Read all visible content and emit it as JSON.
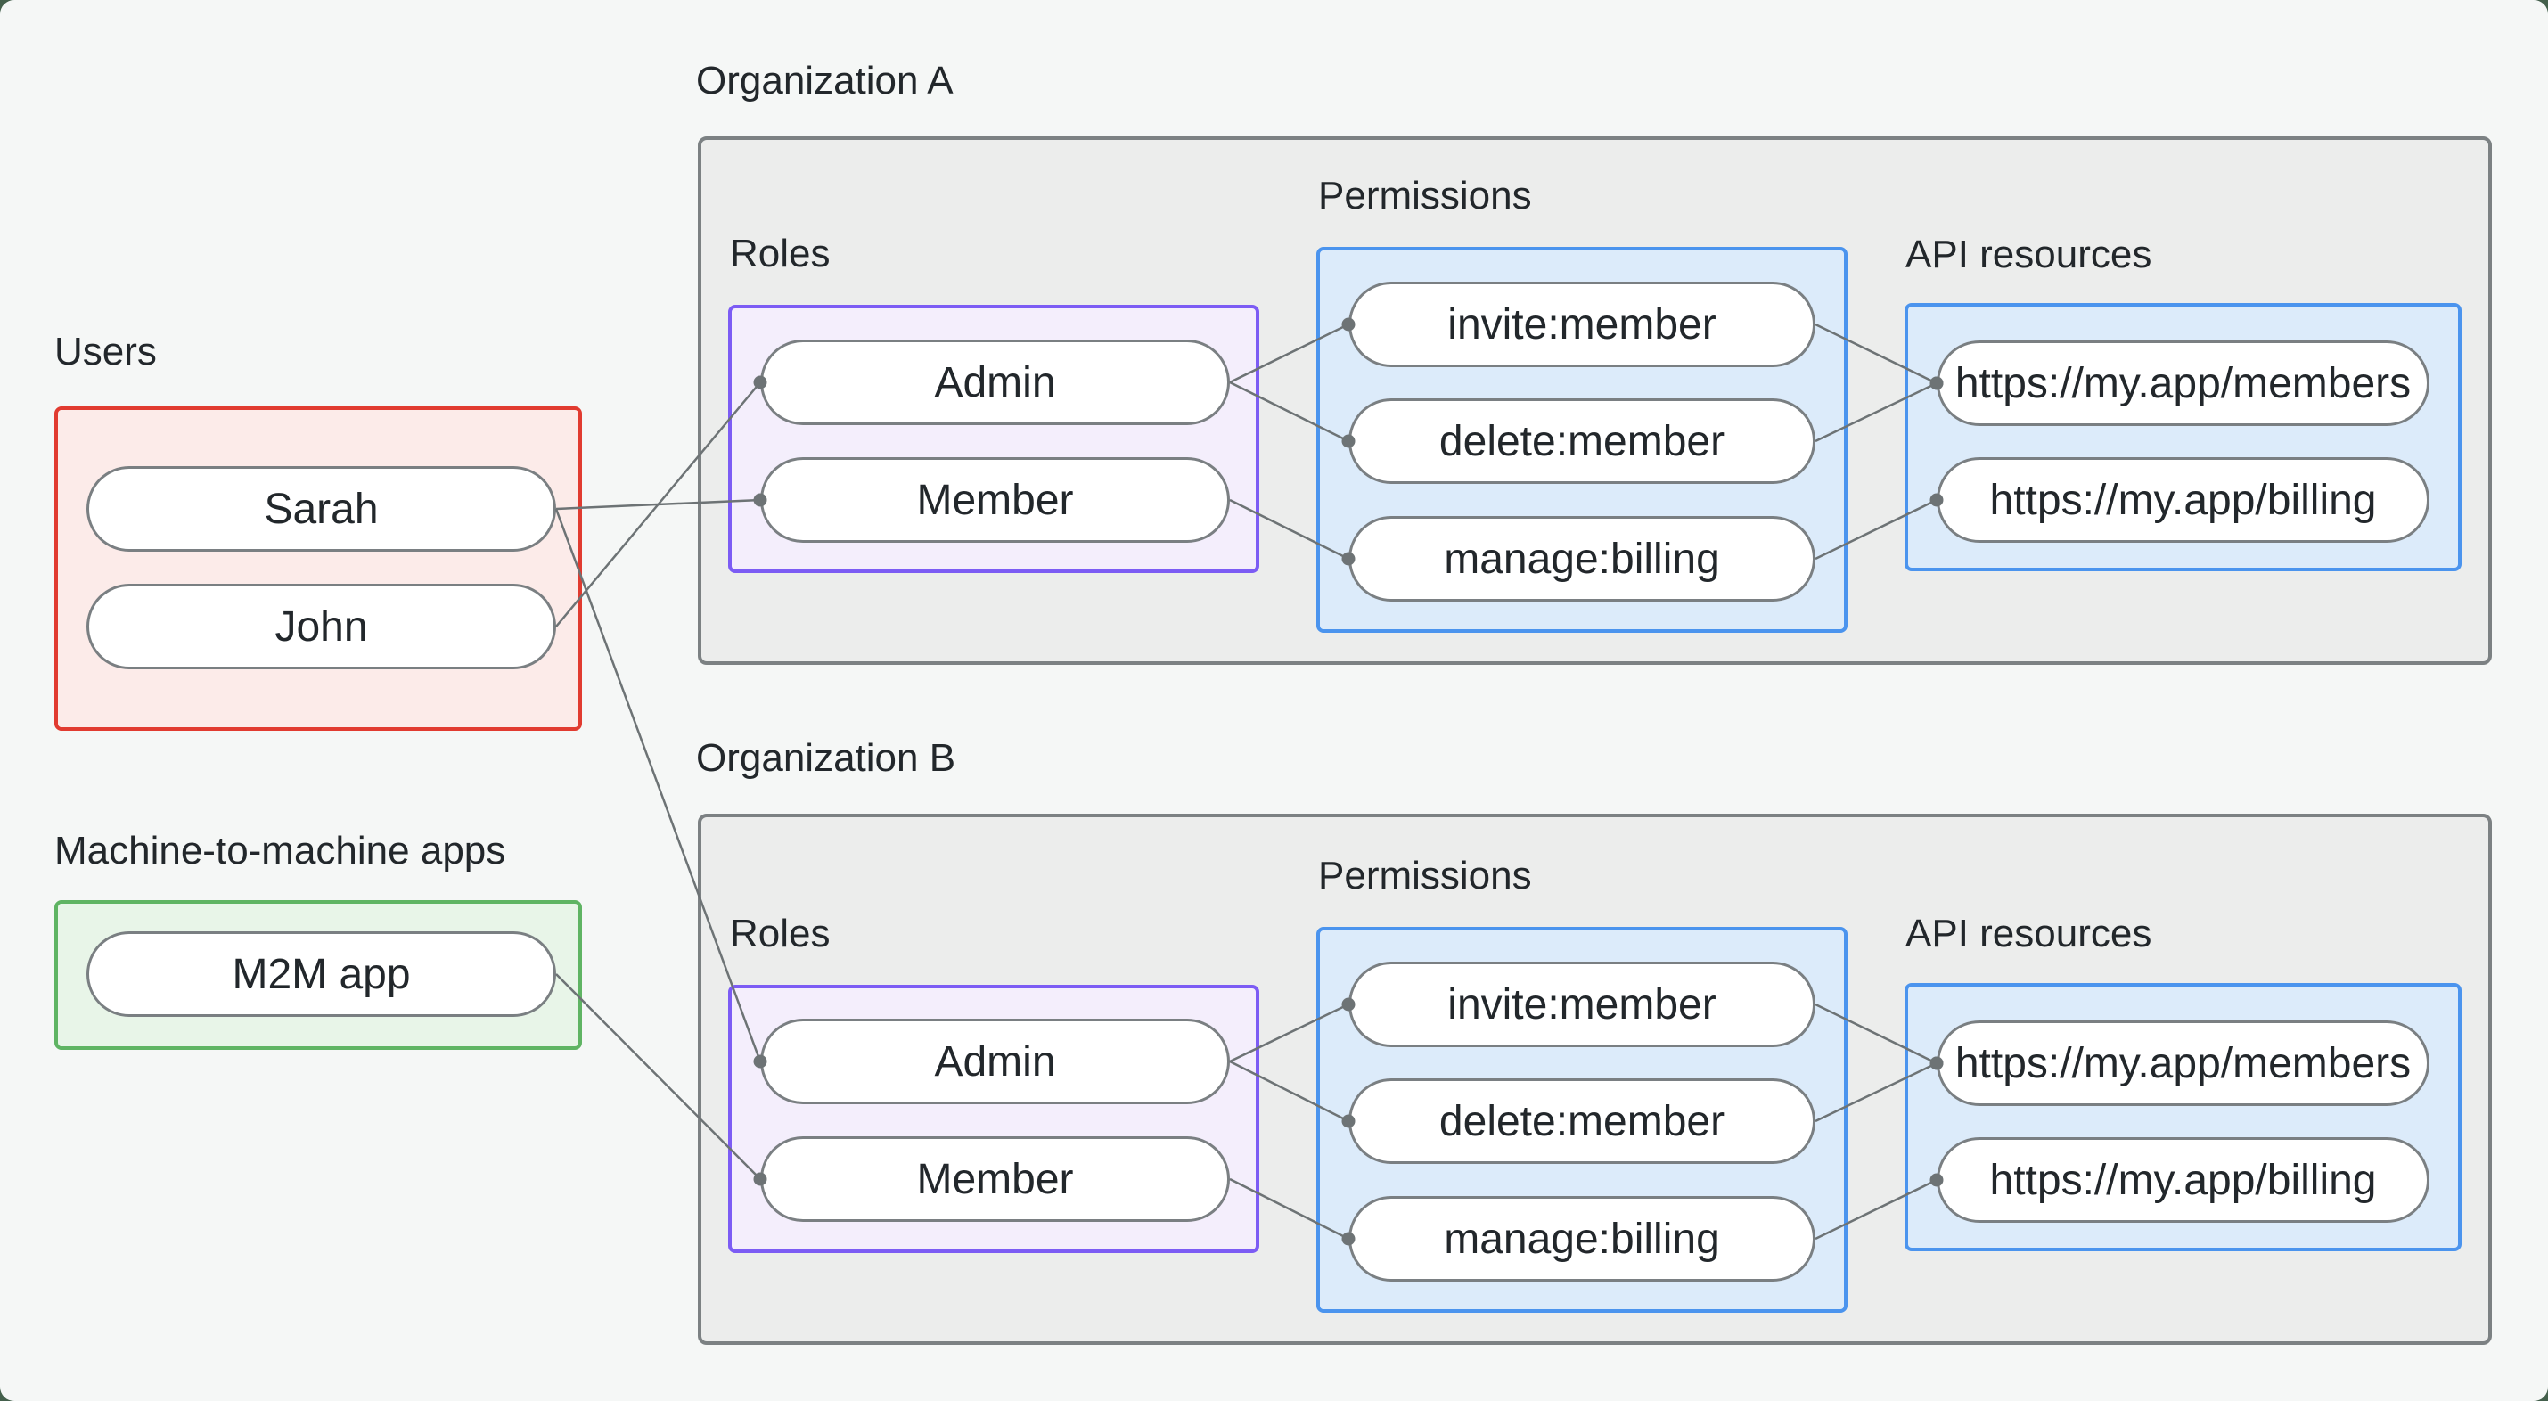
{
  "colors": {
    "outer_bg": "#44604c",
    "canvas_bg": "#f5f7f6",
    "text": "#22272b",
    "org_fill": "#ecedec",
    "org_border": "#7c8183",
    "roles_fill": "#f4eefc",
    "roles_border": "#7c5cf4",
    "perm_fill": "#dcebfa",
    "perm_border": "#4b94ee",
    "users_fill": "#fcebe9",
    "users_border": "#e13b30",
    "m2m_fill": "#e8f5e8",
    "m2m_border": "#5fb463",
    "pill_fill": "#ffffff",
    "pill_border": "#7a7f82",
    "line": "#6d7375"
  },
  "users": {
    "title": "Users",
    "items": [
      {
        "label": "Sarah"
      },
      {
        "label": "John"
      }
    ]
  },
  "m2m": {
    "title": "Machine-to-machine apps",
    "items": [
      {
        "label": "M2M app"
      }
    ]
  },
  "orgs": [
    {
      "title": "Organization A",
      "roles_title": "Roles",
      "permissions_title": "Permissions",
      "api_title": "API resources",
      "roles": [
        {
          "label": "Admin"
        },
        {
          "label": "Member"
        }
      ],
      "permissions": [
        {
          "label": "invite:member"
        },
        {
          "label": "delete:member"
        },
        {
          "label": "manage:billing"
        }
      ],
      "api_resources": [
        {
          "label": "https://my.app/members"
        },
        {
          "label": "https://my.app/billing"
        }
      ]
    },
    {
      "title": "Organization B",
      "roles_title": "Roles",
      "permissions_title": "Permissions",
      "api_title": "API resources",
      "roles": [
        {
          "label": "Admin"
        },
        {
          "label": "Member"
        }
      ],
      "permissions": [
        {
          "label": "invite:member"
        },
        {
          "label": "delete:member"
        },
        {
          "label": "manage:billing"
        }
      ],
      "api_resources": [
        {
          "label": "https://my.app/members"
        },
        {
          "label": "https://my.app/billing"
        }
      ]
    }
  ],
  "edges": [
    {
      "from": "user-sarah",
      "to": "org0-role1"
    },
    {
      "from": "user-john",
      "to": "org0-role0"
    },
    {
      "from": "user-sarah",
      "to": "org1-role0"
    },
    {
      "from": "m2m-app",
      "to": "org1-role1"
    },
    {
      "from": "org0-role0",
      "to": "org0-perm0"
    },
    {
      "from": "org0-role0",
      "to": "org0-perm1"
    },
    {
      "from": "org0-role1",
      "to": "org0-perm2"
    },
    {
      "from": "org0-perm0",
      "to": "org0-api0"
    },
    {
      "from": "org0-perm1",
      "to": "org0-api0"
    },
    {
      "from": "org0-perm2",
      "to": "org0-api1"
    },
    {
      "from": "org1-role0",
      "to": "org1-perm0"
    },
    {
      "from": "org1-role0",
      "to": "org1-perm1"
    },
    {
      "from": "org1-role1",
      "to": "org1-perm2"
    },
    {
      "from": "org1-perm0",
      "to": "org1-api0"
    },
    {
      "from": "org1-perm1",
      "to": "org1-api0"
    },
    {
      "from": "org1-perm2",
      "to": "org1-api1"
    }
  ]
}
